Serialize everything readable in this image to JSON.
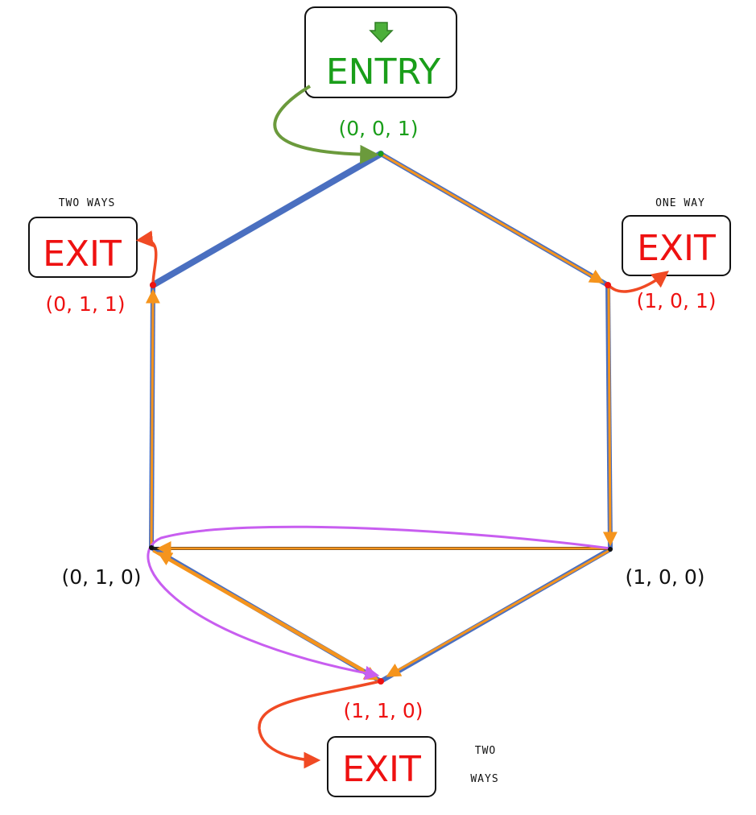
{
  "entry": {
    "label": "ENTRY",
    "icon": "arrow-down-icon"
  },
  "exits": {
    "left": {
      "label": "EXIT",
      "note_lines": [
        "TWO WAYS"
      ]
    },
    "right": {
      "label": "EXIT",
      "note_lines": [
        "ONE WAY"
      ]
    },
    "bottom": {
      "label": "EXIT",
      "note_lines": [
        "TWO",
        "WAYS"
      ]
    }
  },
  "nodes": {
    "n001": "(0, 0, 1)",
    "n011": "(0, 1, 1)",
    "n101": "(1, 0, 1)",
    "n010": "(0, 1, 0)",
    "n100": "(1, 0, 0)",
    "n110": "(1, 1, 0)"
  },
  "colors": {
    "green": "#1a9e1a",
    "entry_arrow": "#6b9a3c",
    "red": "#ee1111",
    "exit_arrow": "#f04a24",
    "blue": "#4a6fc0",
    "orange": "#f5941d",
    "purple": "#c85ef0",
    "black": "#111111"
  }
}
